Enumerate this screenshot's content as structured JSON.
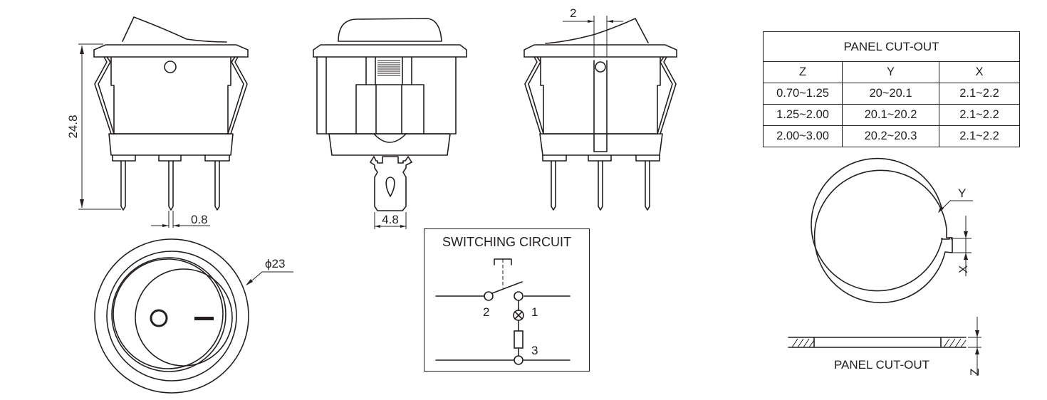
{
  "dimensions": {
    "height": "24.8",
    "pin_width": "0.8",
    "tab_width": "4.8",
    "rocker_travel": "2",
    "diameter": "ϕ23"
  },
  "rocker_symbols": {
    "off": "O",
    "on": "—"
  },
  "panel_table": {
    "title": "PANEL CUT-OUT",
    "headers": [
      "Z",
      "Y",
      "X"
    ],
    "rows": [
      [
        "0.70~1.25",
        "20~20.1",
        "2.1~2.2"
      ],
      [
        "1.25~2.00",
        "20.1~20.2",
        "2.1~2.2"
      ],
      [
        "2.00~3.00",
        "20.2~20.3",
        "2.1~2.2"
      ]
    ]
  },
  "circuit": {
    "title": "SWITCHING CIRCUIT",
    "terminals": [
      "2",
      "1",
      "3"
    ]
  },
  "cutout_view": {
    "label_y": "Y",
    "label_x": "X",
    "label_z": "Z",
    "caption": "PANEL CUT-OUT"
  }
}
